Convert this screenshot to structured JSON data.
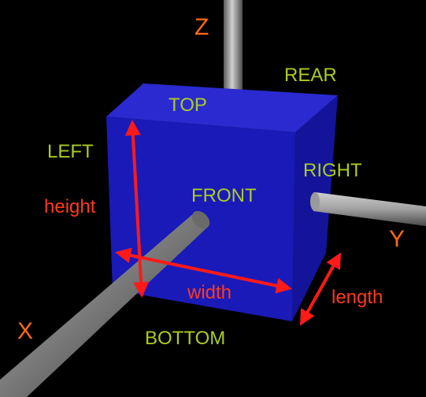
{
  "colors": {
    "background": "#000000",
    "cube_front": "#1a1ab8",
    "cube_side": "#14149a",
    "cube_top": "#2a2ad0",
    "face_label": "#aacc22",
    "axis_label": "#ff6a10",
    "dimension": "#ff1a1a",
    "rod": "#8a8a8a"
  },
  "axes": {
    "x": "X",
    "y": "Y",
    "z": "Z"
  },
  "faces": {
    "top": "TOP",
    "rear": "REAR",
    "left": "LEFT",
    "right": "RIGHT",
    "front": "FRONT",
    "bottom": "BOTTOM"
  },
  "dimensions": {
    "height": "height",
    "width": "width",
    "length": "length"
  }
}
